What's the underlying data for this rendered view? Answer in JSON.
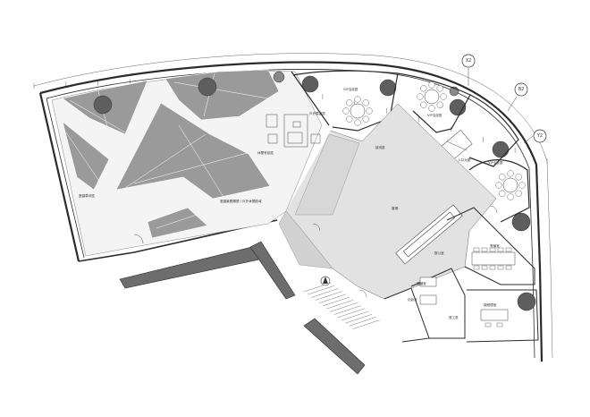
{
  "plan": {
    "colors": {
      "background": "#ffffff",
      "wall": "#2b2b2b",
      "fill_light": "#e2e2e2",
      "fill_mid": "#9a9a9a",
      "fill_dark": "#6d6d6d",
      "tree": "#5e5e5e",
      "line": "#555555"
    },
    "grid_markers": [
      {
        "id": "grid-x2",
        "label": "X2"
      },
      {
        "id": "grid-b2",
        "label": "B2"
      },
      {
        "id": "grid-y2",
        "label": "Y2"
      }
    ],
    "room_labels": [
      {
        "id": "lawn-west",
        "label": "庭園草坪區"
      },
      {
        "id": "garden-sculpture",
        "label": "庭園景觀雕塑 / 戶外休閒區域"
      },
      {
        "id": "lounge",
        "label": "休閒會談區"
      },
      {
        "id": "terrace",
        "label": "戶外露臺區"
      },
      {
        "id": "vip-room-1",
        "label": "VIP洽談區"
      },
      {
        "id": "vip-room-2",
        "label": "VIP洽談區"
      },
      {
        "id": "vip-room-3",
        "label": "VIP洽談區"
      },
      {
        "id": "reception",
        "label": "接待區"
      },
      {
        "id": "entrance",
        "label": "入口大廳"
      },
      {
        "id": "showroom",
        "label": "展場"
      },
      {
        "id": "meeting",
        "label": "會議室"
      },
      {
        "id": "office",
        "label": "辦公室"
      },
      {
        "id": "storage",
        "label": "儲藏室"
      },
      {
        "id": "restroom",
        "label": "化妝室"
      },
      {
        "id": "staff",
        "label": "員工區"
      },
      {
        "id": "manager",
        "label": "總經理室"
      }
    ]
  }
}
